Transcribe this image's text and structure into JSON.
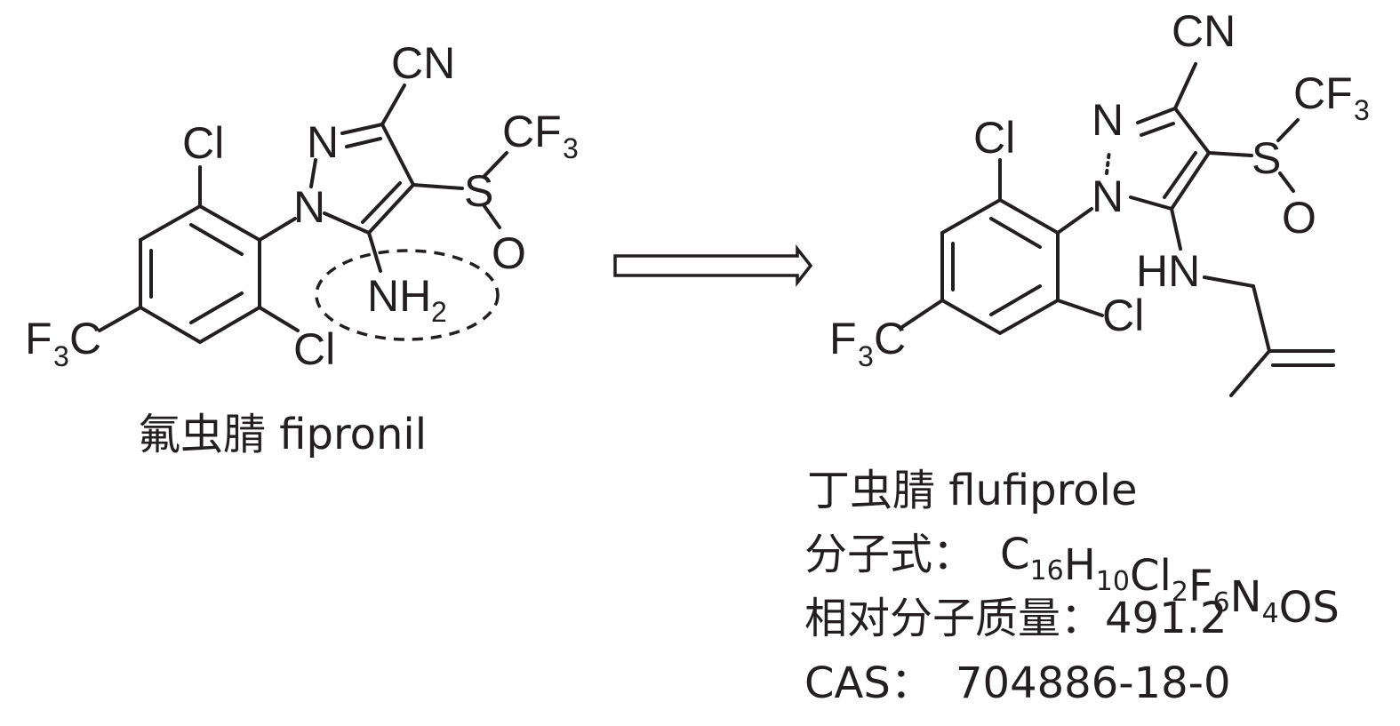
{
  "fipronil": {
    "atoms": {
      "cn": "CN",
      "n_top": "N",
      "n1": "N",
      "cl_top": "Cl",
      "cl_bottom": "Cl",
      "cf3_left": "F",
      "cf3_left_sub": "3",
      "cf3_left_c": "C",
      "s": "S",
      "o": "O",
      "cf3_right": "CF",
      "cf3_right_sub": "3",
      "nh": "NH",
      "nh_sub": "2"
    },
    "name": "氟虫腈 fipronil"
  },
  "flufiprole": {
    "atoms": {
      "cn": "CN",
      "n_top": "N",
      "n1": "N",
      "cl_top": "Cl",
      "cl_bottom": "Cl",
      "cf3_left": "F",
      "cf3_left_sub": "3",
      "cf3_left_c": "C",
      "s": "S",
      "o": "O",
      "cf3_right": "CF",
      "cf3_right_sub": "3",
      "hn": "HN"
    },
    "name": "丁虫腈 flufiprole",
    "formula_label": "分子式：",
    "formula": [
      {
        "t": "C",
        "s": "16"
      },
      {
        "t": "H",
        "s": "10"
      },
      {
        "t": "Cl",
        "s": "2"
      },
      {
        "t": "F",
        "s": "6"
      },
      {
        "t": "N",
        "s": "4"
      },
      {
        "t": "OS",
        "s": ""
      }
    ],
    "mass_label": "相对分子质量：",
    "mass": "491.2",
    "cas_label": "CAS：",
    "cas": "704886-18-0"
  }
}
